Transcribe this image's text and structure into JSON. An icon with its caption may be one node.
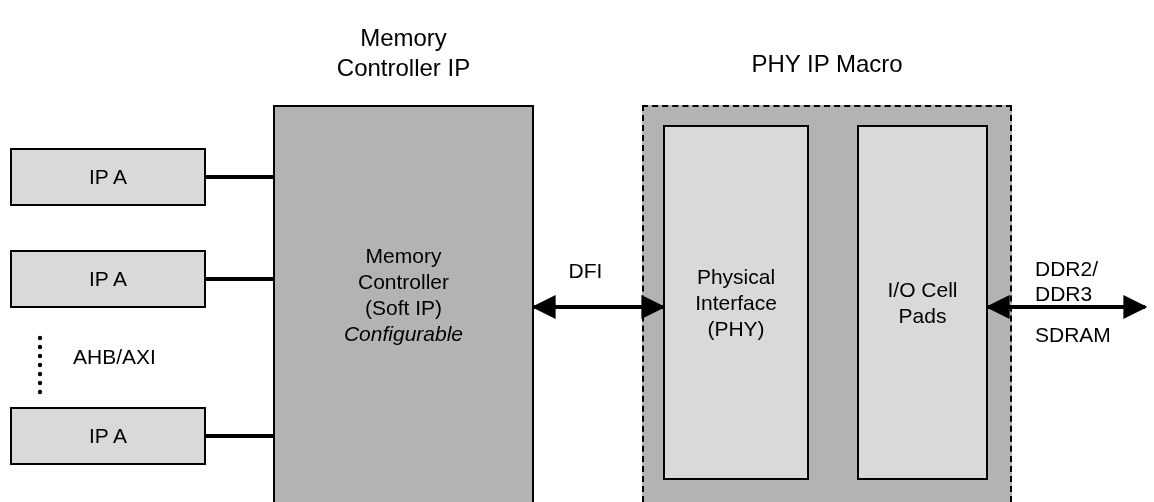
{
  "diagram": {
    "nodes": [
      {
        "text": [
          "IP A"
        ]
      },
      {
        "text": [
          "IP A"
        ]
      },
      {
        "text": [
          "IP A"
        ]
      },
      {
        "text": [
          "Memory Controller IP",
          "Memory Controller (Soft IP) *Configurable*"
        ]
      },
      {
        "text": [
          "PHY IP Macro"
        ]
      },
      {
        "text": [
          "Physical Interface (PHY)"
        ],
        "in": 4
      },
      {
        "text": [
          "I/O Cell Pads"
        ],
        "in": 4
      }
    ],
    "edges": [
      {
        "from": 0,
        "to": 3,
        "arrow": "none"
      },
      {
        "from": 1,
        "to": 3,
        "arrow": "none"
      },
      {
        "from": 2,
        "to": 3,
        "arrow": "none"
      },
      {
        "from": 3,
        "to": 5,
        "arrow": "both",
        "label": "DFI"
      },
      {
        "from": 6,
        "to": null,
        "arrow": "both"
      }
    ],
    "labels": [
      "DDR2/ DDR3",
      "AHB/AXI",
      "SDRAM"
    ]
  }
}
